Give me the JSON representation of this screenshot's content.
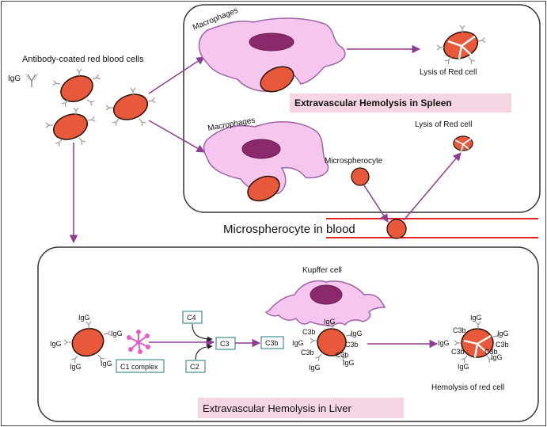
{
  "colors": {
    "rbc_fill": "#e8583a",
    "rbc_stroke": "#2a1208",
    "macrophage_fill": "#f7c6ef",
    "macrophage_stroke": "#9c64a8",
    "nucleus_fill": "#8a2a6b",
    "arrow": "#8e3b94",
    "blood_vessel": "#e0202a",
    "banner_fill": "#f5d5e3",
    "complement_box": "#1e7a7a",
    "c1_complex": "#e060c8"
  },
  "labels": {
    "antibody_coated": "Antibody-coated red blood cells",
    "igg": "IgG",
    "macrophages_1": "Macrophages",
    "macrophages_2": "Macrophages",
    "lysis_1": "Lysis of Red cell",
    "lysis_2": "Lysis of Red cell",
    "spleen_title": "Extravascular Hemolysis in Spleen",
    "microspherocyte": "Microspherocyte",
    "microspherocyte_blood": "Microspherocyte  in blood",
    "kupffer": "Kupffer cell",
    "c4": "C4",
    "c3": "C3",
    "c3b": "C3b",
    "c2": "C2",
    "c1_complex": "C1 complex",
    "hemolysis_red_cell": "Hemolysis of red cell",
    "liver_title": "Extravascular Hemolysis in Liver"
  },
  "liver_cell_1": {
    "igg": [
      "IgG",
      "IgG",
      "IgG",
      "IgG",
      "IgG"
    ]
  },
  "liver_cell_2": {
    "igg": [
      "IgG",
      "IgG",
      "IgG",
      "IgG",
      "IgG"
    ],
    "c3b": [
      "C3b",
      "C3b",
      "C3b",
      "C3b"
    ]
  },
  "liver_cell_3": {
    "igg": [
      "IgG",
      "IgG",
      "IgG",
      "IgG",
      "IgG"
    ],
    "c3b": [
      "C3b",
      "C3b",
      "C3b",
      "C3b"
    ]
  }
}
